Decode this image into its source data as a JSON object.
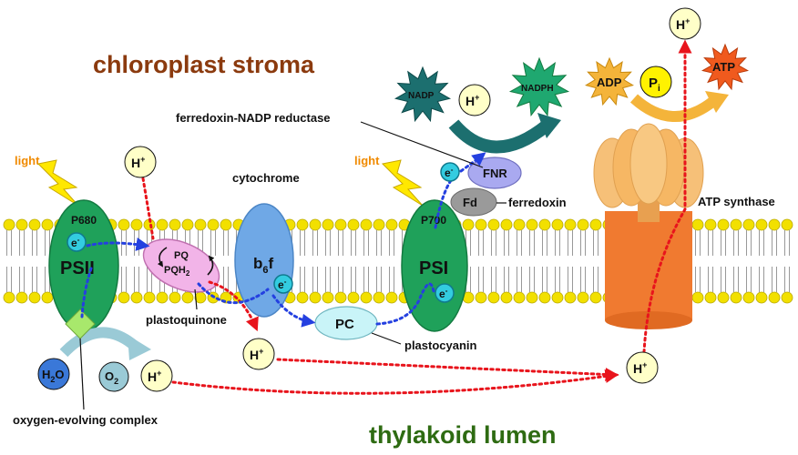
{
  "regions": {
    "stroma": "chloroplast stroma",
    "lumen": "thylakoid lumen"
  },
  "light": [
    "light",
    "light"
  ],
  "psii": {
    "name": "PSII",
    "center": "P680"
  },
  "psi": {
    "name": "PSI",
    "center": "P700"
  },
  "pq": {
    "top": "PQ",
    "bottom": "PQH",
    "bottom_sub": "2"
  },
  "b6f": {
    "main": "b",
    "sub": "6",
    "tail": "f"
  },
  "electron": {
    "base": "e",
    "sup": "-"
  },
  "proton": {
    "base": "H",
    "sup": "+"
  },
  "pc": "PC",
  "fnr": "FNR",
  "fd": "Fd",
  "water": {
    "base": "H",
    "sub": "2",
    "tail": "O"
  },
  "oxygen": {
    "base": "O",
    "sub": "2"
  },
  "nadp": "NADP",
  "nadph": "NADPH",
  "adp": "ADP",
  "pi": {
    "base": "P",
    "sub": "i"
  },
  "atp": "ATP",
  "labels": {
    "fnr": "ferredoxin-NADP reductase",
    "cytochrome": "cytochrome",
    "ferredoxin": "ferredoxin",
    "atp_synthase": "ATP synthase",
    "plastoquinone": "plastoquinone",
    "plastocyanin": "plastocyanin",
    "oec": "oxygen-evolving complex"
  },
  "colors": {
    "stroma_text": "#8B3A0E",
    "lumen_text": "#2E6B12",
    "light_text": "#F08A00",
    "photosystem": "#1FA15A",
    "cytochrome": "#6FA8E6",
    "plastoquinone": "#F2B4E8",
    "plastocyanin": "#C9F4F8",
    "fnr": "#A9A9F0",
    "ferredoxin": "#9A9A9A",
    "electron": "#33CCE0",
    "proton": "#FFFFC8",
    "lipid_head": "#F2E000",
    "synthase_top": "#F6B764",
    "synthase_stalk": "#F07A30",
    "nadp": "#1C6F6F",
    "nadph": "#1FA870",
    "adp": "#F4B43A",
    "atp": "#F05A1E",
    "proton_path": "#E8141C",
    "electron_path": "#2440E0"
  }
}
